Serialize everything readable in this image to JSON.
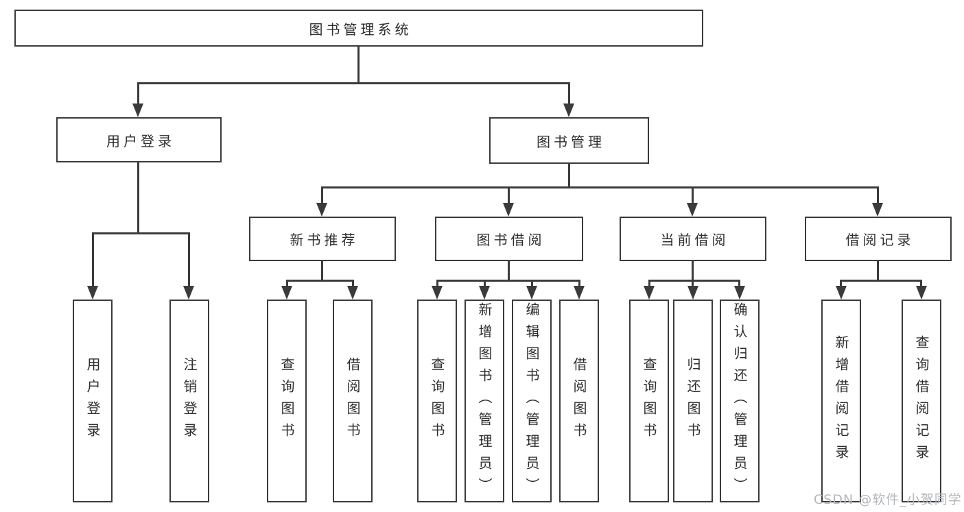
{
  "nodes": {
    "root": {
      "label": "图书管理系统"
    },
    "user_login": {
      "label": "用户登录"
    },
    "book_mgmt": {
      "label": "图书管理"
    },
    "new_book_rec": {
      "label": "新书推荐"
    },
    "book_borrow": {
      "label": "图书借阅"
    },
    "current_borrow": {
      "label": "当前借阅"
    },
    "borrow_records": {
      "label": "借阅记录"
    },
    "ul_user_login": {
      "label": "用户登录"
    },
    "ul_logout": {
      "label": "注销登录"
    },
    "rec_query_book": {
      "label": "查询图书"
    },
    "rec_borrow_book": {
      "label": "借阅图书"
    },
    "bb_query_book": {
      "label": "查询图书"
    },
    "bb_add_book": {
      "label": "新增图书（管理员）"
    },
    "bb_edit_book": {
      "label": "编辑图书（管理员）"
    },
    "bb_borrow_book": {
      "label": "借阅图书"
    },
    "cb_query_book": {
      "label": "查询图书"
    },
    "cb_return_book": {
      "label": "归还图书"
    },
    "cb_confirm_return": {
      "label": "确认归还（管理员）"
    },
    "br_add_record": {
      "label": "新增借阅记录"
    },
    "br_query_record": {
      "label": "查询借阅记录"
    }
  },
  "watermark": {
    "text": "CSDN @软件_小贺同学"
  },
  "colors": {
    "line": "#3b3b3b",
    "text": "#2e2e2e",
    "background": "#ffffff",
    "watermark": "#b3b6ba"
  }
}
